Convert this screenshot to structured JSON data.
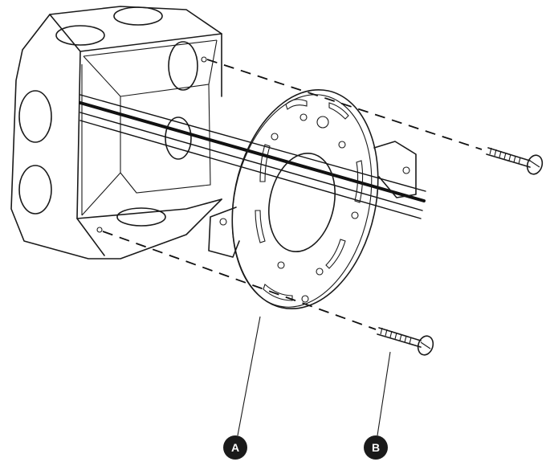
{
  "diagram": {
    "callouts": [
      {
        "id": "A",
        "label": "A",
        "part": "mounting-bracket"
      },
      {
        "id": "B",
        "label": "B",
        "part": "mounting-screw"
      }
    ],
    "colors": {
      "line": "#1a1a1a",
      "callout_fill": "#1a1a1a",
      "callout_text": "#ffffff",
      "background": "#ffffff"
    }
  }
}
